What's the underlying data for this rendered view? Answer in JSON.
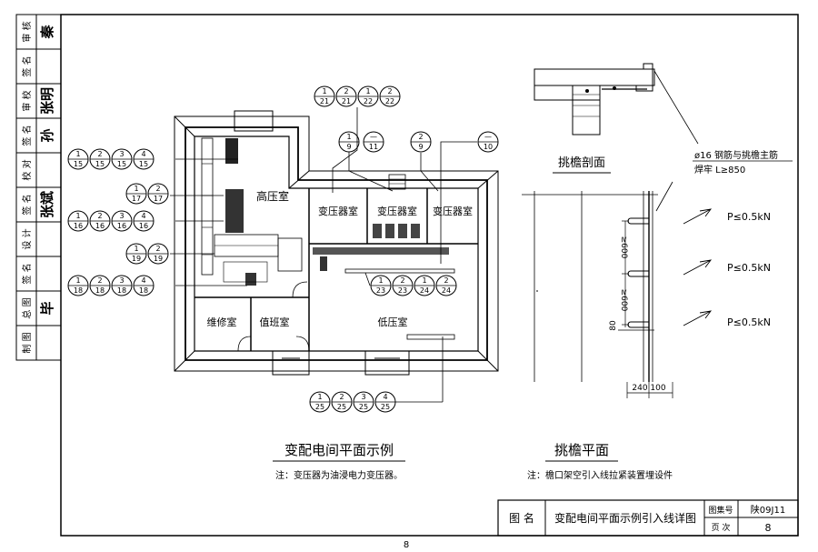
{
  "page_number": "8",
  "sidebar": {
    "rows": [
      "审 核",
      "签 名",
      "审 校",
      "签 名",
      "校 对",
      "签 名",
      "设 计",
      "签 名",
      "总 图",
      "制 图"
    ],
    "signatures": [
      "秦",
      "张明",
      "孙",
      "张斌",
      "毕"
    ]
  },
  "plan": {
    "caption": "变配电间平面示例",
    "note": "注：变压器为油浸电力变压器。",
    "rooms": {
      "hv": "高压室",
      "t1": "变压器室",
      "t2": "变压器室",
      "t3": "变压器室",
      "repair": "维修室",
      "duty": "值班室",
      "lv": "低压室"
    },
    "callouts": [
      {
        "id": "c-21-1",
        "num": "1",
        "den": "21"
      },
      {
        "id": "c-21-2",
        "num": "2",
        "den": "21"
      },
      {
        "id": "c-22-1",
        "num": "1",
        "den": "22"
      },
      {
        "id": "c-22-2",
        "num": "2",
        "den": "22"
      },
      {
        "id": "c-9-1",
        "num": "1",
        "den": "9"
      },
      {
        "id": "c-11",
        "num": "—",
        "den": "11"
      },
      {
        "id": "c-9-2",
        "num": "2",
        "den": "9"
      },
      {
        "id": "c-10",
        "num": "—",
        "den": "10"
      },
      {
        "id": "c-15-1",
        "num": "1",
        "den": "15"
      },
      {
        "id": "c-15-2",
        "num": "2",
        "den": "15"
      },
      {
        "id": "c-15-3",
        "num": "3",
        "den": "15"
      },
      {
        "id": "c-15-4",
        "num": "4",
        "den": "15"
      },
      {
        "id": "c-17-1",
        "num": "1",
        "den": "17"
      },
      {
        "id": "c-17-2",
        "num": "2",
        "den": "17"
      },
      {
        "id": "c-16-1",
        "num": "1",
        "den": "16"
      },
      {
        "id": "c-16-2",
        "num": "2",
        "den": "16"
      },
      {
        "id": "c-16-3",
        "num": "3",
        "den": "16"
      },
      {
        "id": "c-16-4",
        "num": "4",
        "den": "16"
      },
      {
        "id": "c-19-1",
        "num": "1",
        "den": "19"
      },
      {
        "id": "c-19-2",
        "num": "2",
        "den": "19"
      },
      {
        "id": "c-18-1",
        "num": "1",
        "den": "18"
      },
      {
        "id": "c-18-2",
        "num": "2",
        "den": "18"
      },
      {
        "id": "c-18-3",
        "num": "3",
        "den": "18"
      },
      {
        "id": "c-18-4",
        "num": "4",
        "den": "18"
      },
      {
        "id": "c-23-1",
        "num": "1",
        "den": "23"
      },
      {
        "id": "c-23-2",
        "num": "2",
        "den": "23"
      },
      {
        "id": "c-24-1",
        "num": "1",
        "den": "24"
      },
      {
        "id": "c-24-2",
        "num": "2",
        "den": "24"
      },
      {
        "id": "c-25-1",
        "num": "1",
        "den": "25"
      },
      {
        "id": "c-25-2",
        "num": "2",
        "den": "25"
      },
      {
        "id": "c-25-3",
        "num": "3",
        "den": "25"
      },
      {
        "id": "c-25-4",
        "num": "4",
        "den": "25"
      }
    ]
  },
  "eave": {
    "section_title": "挑檐剖面",
    "plan_title": "挑檐平面",
    "rebar_note_1": "ø16 钢筋与挑檐主筋",
    "rebar_note_2": "焊牢 L≥850",
    "loads": [
      "P≤0.5kN",
      "P≤0.5kN",
      "P≤0.5kN"
    ],
    "dim_600_a": "≥600",
    "dim_600_b": "≥600",
    "dim_80": "80",
    "dim_240_100": "240 100",
    "note": "注：檐口架空引入线拉紧装置埋设件"
  },
  "title_block": {
    "label_name": "图 名",
    "drawing_title": "变配电间平面示例引入线详图",
    "label_atlas": "图集号",
    "atlas_no": "陕09J11",
    "label_page": "页 次",
    "page_no": "8"
  }
}
